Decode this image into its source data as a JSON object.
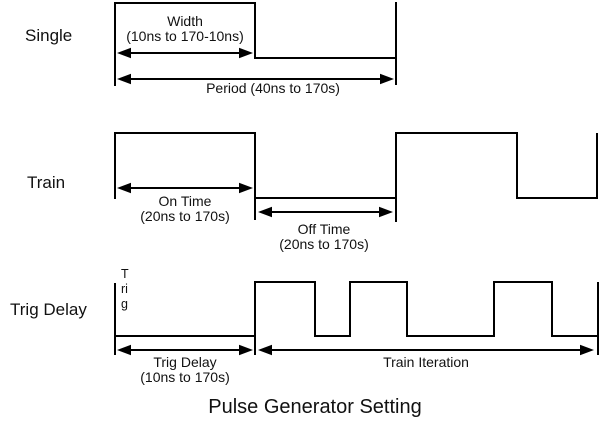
{
  "title": "Pulse Generator Setting",
  "colors": {
    "line": "#000000",
    "text": "#111111",
    "background": "#ffffff"
  },
  "single": {
    "label": "Single",
    "width_label": "Width",
    "width_range": "(10ns to 170-10ns)",
    "period_label": "Period (40ns to 170s)"
  },
  "train": {
    "label": "Train",
    "on_time_label": "On Time",
    "on_time_range": "(20ns to 170s)",
    "off_time_label": "Off Time",
    "off_time_range": "(20ns to 170s)"
  },
  "trig": {
    "label": "Trig Delay",
    "trig_axis": "Trig",
    "delay_label": "Trig Delay",
    "delay_range": "(10ns to 170s)",
    "iteration_label": "Train Iteration"
  }
}
